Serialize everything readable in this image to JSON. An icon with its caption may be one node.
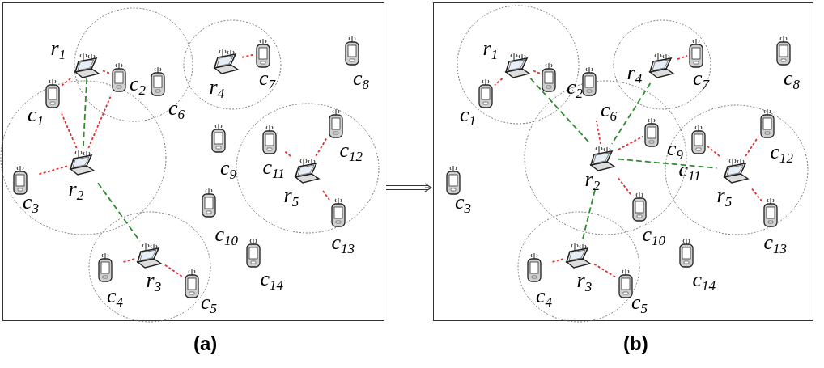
{
  "diagram": {
    "nodes": [
      {
        "text": [
          "(a)"
        ]
      },
      {
        "text": [
          "r$_{1}$"
        ],
        "in": 0
      },
      {
        "text": [
          "r$_{2}$"
        ],
        "in": 0
      },
      {
        "text": [
          "r$_{3}$"
        ],
        "in": 0
      },
      {
        "text": [
          "r$_{4}$"
        ],
        "in": 0
      },
      {
        "text": [
          "r$_{5}$"
        ],
        "in": 0
      },
      {
        "text": [
          "c$_{1}$"
        ],
        "in": 0
      },
      {
        "text": [
          "c$_{2}$"
        ],
        "in": 0
      },
      {
        "text": [
          "c$_{3}$"
        ],
        "in": 0
      },
      {
        "text": [
          "c$_{4}$"
        ],
        "in": 0
      },
      {
        "text": [
          "c$_{5}$"
        ],
        "in": 0
      },
      {
        "text": [
          "c$_{6}$"
        ],
        "in": 0
      },
      {
        "text": [
          "c$_{7}$"
        ],
        "in": 0
      },
      {
        "text": [
          "c$_{8}$"
        ],
        "in": 0
      },
      {
        "text": [
          "c$_{9}$"
        ],
        "in": 0
      },
      {
        "text": [
          "c$_{10}$"
        ],
        "in": 0
      },
      {
        "text": [
          "c$_{11}$"
        ],
        "in": 0
      },
      {
        "text": [
          "c$_{12}$"
        ],
        "in": 0
      },
      {
        "text": [
          "c$_{13}$"
        ],
        "in": 0
      },
      {
        "text": [
          "c$_{14}$"
        ],
        "in": 0
      },
      {
        "text": [
          "(b)"
        ]
      },
      {
        "text": [
          "r$_{1}$"
        ],
        "in": 20
      },
      {
        "text": [
          "r$_{2}$"
        ],
        "in": 20
      },
      {
        "text": [
          "r$_{3}$"
        ],
        "in": 20
      },
      {
        "text": [
          "r$_{4}$"
        ],
        "in": 20
      },
      {
        "text": [
          "r$_{5}$"
        ],
        "in": 20
      },
      {
        "text": [
          "c$_{1}$"
        ],
        "in": 20
      },
      {
        "text": [
          "c$_{2}$"
        ],
        "in": 20
      },
      {
        "text": [
          "c$_{3}$"
        ],
        "in": 20
      },
      {
        "text": [
          "c$_{4}$"
        ],
        "in": 20
      },
      {
        "text": [
          "c$_{5}$"
        ],
        "in": 20
      },
      {
        "text": [
          "c$_{6}$"
        ],
        "in": 20
      },
      {
        "text": [
          "c$_{7}$"
        ],
        "in": 20
      },
      {
        "text": [
          "c$_{8}$"
        ],
        "in": 20
      },
      {
        "text": [
          "c$_{9}$"
        ],
        "in": 20
      },
      {
        "text": [
          "c$_{10}$"
        ],
        "in": 20
      },
      {
        "text": [
          "c$_{11}$"
        ],
        "in": 20
      },
      {
        "text": [
          "c$_{12}$"
        ],
        "in": 20
      },
      {
        "text": [
          "c$_{13}$"
        ],
        "in": 20
      },
      {
        "text": [
          "c$_{14}$"
        ],
        "in": 20
      }
    ],
    "edges": [
      {
        "from": 1,
        "to": 6,
        "arrow": "none",
        "style": "dashed"
      },
      {
        "from": 1,
        "to": 7,
        "arrow": "none",
        "style": "dashed"
      },
      {
        "from": 1,
        "to": 2,
        "arrow": "none",
        "style": "dashed",
        "color": "#2e8b2e"
      },
      {
        "from": 2,
        "to": 6,
        "arrow": "none",
        "style": "dashed"
      },
      {
        "from": 2,
        "to": 7,
        "arrow": "none",
        "style": "dashed"
      },
      {
        "from": 2,
        "to": 8,
        "arrow": "none",
        "style": "dashed"
      },
      {
        "from": 2,
        "to": 3,
        "arrow": "none",
        "style": "dashed",
        "color": "#2e8b2e"
      },
      {
        "from": 3,
        "to": 9,
        "arrow": "none",
        "style": "dashed"
      },
      {
        "from": 3,
        "to": 10,
        "arrow": "none",
        "style": "dashed"
      },
      {
        "from": 4,
        "to": 12,
        "arrow": "none",
        "style": "dashed"
      },
      {
        "from": 5,
        "to": 16,
        "arrow": "none",
        "style": "dashed"
      },
      {
        "from": 5,
        "to": 17,
        "arrow": "none",
        "style": "dashed"
      },
      {
        "from": 5,
        "to": 18,
        "arrow": "none",
        "style": "dashed"
      },
      {
        "from": 0,
        "to": 20,
        "arrow": "to",
        "color": "#333333"
      },
      {
        "from": 21,
        "to": 26,
        "arrow": "none",
        "style": "dashed"
      },
      {
        "from": 21,
        "to": 27,
        "arrow": "none",
        "style": "dashed"
      },
      {
        "from": 21,
        "to": 22,
        "arrow": "none",
        "style": "dashed",
        "color": "#2e8b2e"
      },
      {
        "from": 24,
        "to": 32,
        "arrow": "none",
        "style": "dashed"
      },
      {
        "from": 24,
        "to": 22,
        "arrow": "none",
        "style": "dashed",
        "color": "#2e8b2e"
      },
      {
        "from": 22,
        "to": 31,
        "arrow": "none",
        "style": "dashed"
      },
      {
        "from": 22,
        "to": 34,
        "arrow": "none",
        "style": "dashed"
      },
      {
        "from": 22,
        "to": 35,
        "arrow": "none",
        "style": "dashed"
      },
      {
        "from": 22,
        "to": 25,
        "arrow": "none",
        "style": "dashed",
        "color": "#2e8b2e"
      },
      {
        "from": 22,
        "to": 23,
        "arrow": "none",
        "style": "dashed",
        "color": "#2e8b2e"
      },
      {
        "from": 25,
        "to": 36,
        "arrow": "none",
        "style": "dashed"
      },
      {
        "from": 25,
        "to": 37,
        "arrow": "none",
        "style": "dashed"
      },
      {
        "from": 25,
        "to": 38,
        "arrow": "none",
        "style": "dashed"
      },
      {
        "from": 23,
        "to": 29,
        "arrow": "none",
        "style": "dashed"
      },
      {
        "from": 23,
        "to": 30,
        "arrow": "none",
        "style": "dashed"
      }
    ]
  }
}
